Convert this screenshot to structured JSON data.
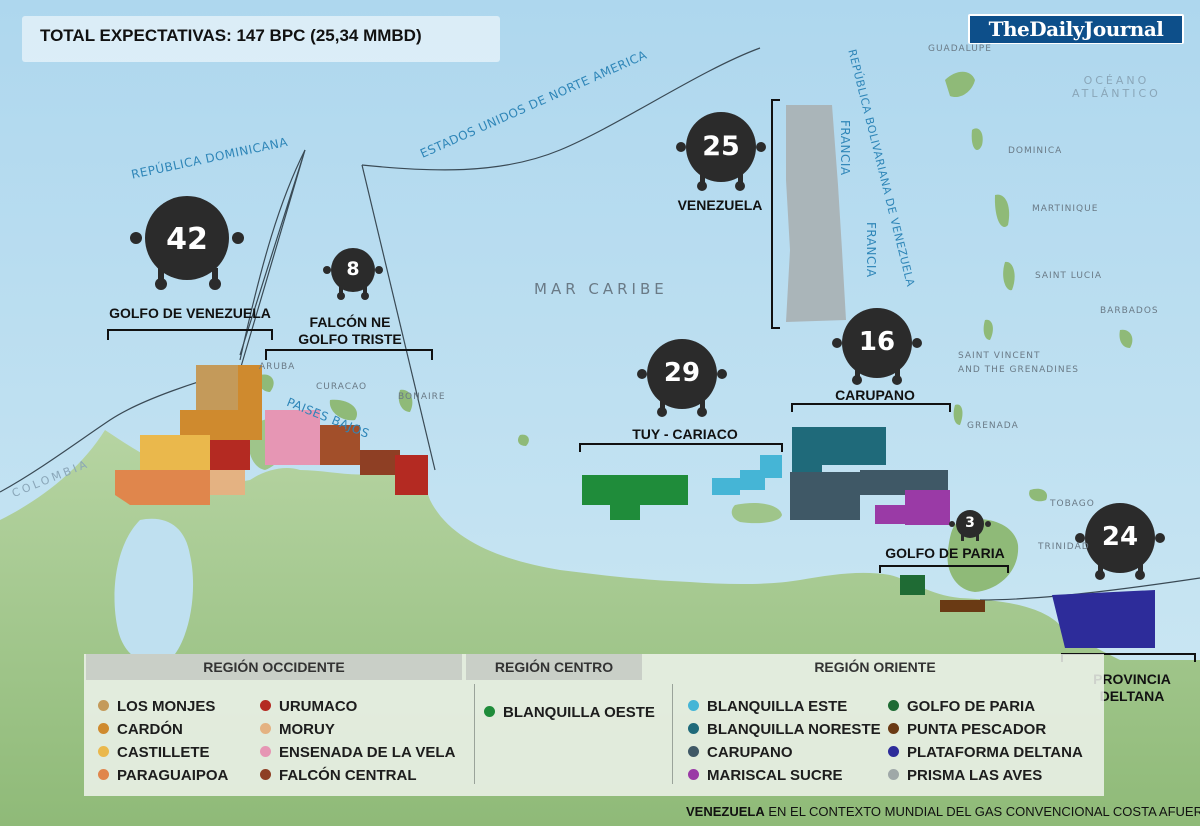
{
  "header": {
    "total": "TOTAL EXPECTATIVAS: 147 BPC  (25,34 MMBD)"
  },
  "brand": {
    "name": "TheDailyJournal"
  },
  "markers": [
    {
      "value": "42",
      "region": "GOLFO DE VENEZUELA"
    },
    {
      "value": "8",
      "region": "FALCÓN NE\nGOLFO TRISTE"
    },
    {
      "value": "25",
      "region": "VENEZUELA"
    },
    {
      "value": "29",
      "region": "TUY - CARIACO"
    },
    {
      "value": "16",
      "region": "CARUPANO"
    },
    {
      "value": "3",
      "region": "GOLFO DE PARIA"
    },
    {
      "value": "24",
      "region": "PROVINCIA\nDELTANA"
    }
  ],
  "map_labels": {
    "mar_caribe": "MAR CARIBE",
    "oceano": "OCÉANO\nATLÁNTICO",
    "colombia": "COLOMBIA",
    "rep_dominicana": "REPÚBLICA DOMINICANA",
    "estados_unidos": "ESTADOS UNIDOS DE NORTE AMERICA",
    "francia_1": "FRANCIA",
    "francia_2": "FRANCIA",
    "rep_bolivariana": "REPÚBLICA BOLIVARIANA DE VENEZUELA",
    "paises_bajos": "PAISES BAJOS",
    "islands": [
      "GUADALUPE",
      "DOMINICA",
      "MARTINIQUE",
      "SAINT LUCIA",
      "BARBADOS",
      "SAINT VINCENT\nAND THE GRENADINES",
      "GRENADA",
      "TOBAGO",
      "TRINIDAD",
      "ARUBA",
      "CURACAO",
      "BONAIRE"
    ]
  },
  "legend": {
    "headers": [
      "REGIÓN OCCIDENTE",
      "REGIÓN CENTRO",
      "REGIÓN ORIENTE"
    ],
    "occidente_col1": [
      {
        "label": "LOS MONJES",
        "color": "#c49a5a"
      },
      {
        "label": "CARDÓN",
        "color": "#cf8a2e"
      },
      {
        "label": "CASTILLETE",
        "color": "#eab84c"
      },
      {
        "label": "PARAGUAIPOA",
        "color": "#e0864c"
      }
    ],
    "occidente_col2": [
      {
        "label": "URUMACO",
        "color": "#b42a22"
      },
      {
        "label": "MORUY",
        "color": "#e4b282"
      },
      {
        "label": "ENSENADA DE LA VELA",
        "color": "#e696b4"
      },
      {
        "label": "FALCÓN CENTRAL",
        "color": "#8e3f24"
      }
    ],
    "centro": [
      {
        "label": "BLANQUILLA OESTE",
        "color": "#1f8c3a"
      }
    ],
    "oriente_col1": [
      {
        "label": "BLANQUILLA ESTE",
        "color": "#45b5d6"
      },
      {
        "label": "BLANQUILLA NORESTE",
        "color": "#1f6a7a"
      },
      {
        "label": "CARUPANO",
        "color": "#3f5866"
      },
      {
        "label": "MARISCAL SUCRE",
        "color": "#9a3aa6"
      }
    ],
    "oriente_col2": [
      {
        "label": "GOLFO DE PARIA",
        "color": "#1f6b34"
      },
      {
        "label": "PUNTA PESCADOR",
        "color": "#6a3a14"
      },
      {
        "label": "PLATAFORMA DELTANA",
        "color": "#2d2c9a"
      },
      {
        "label": "PRISMA LAS AVES",
        "color": "#9fa8a8"
      }
    ]
  },
  "footer": {
    "strong": "VENEZUELA",
    "rest": " EN EL CONTEXTO MUNDIAL DEL GAS CONVENCIONAL COSTA AFUERA"
  }
}
